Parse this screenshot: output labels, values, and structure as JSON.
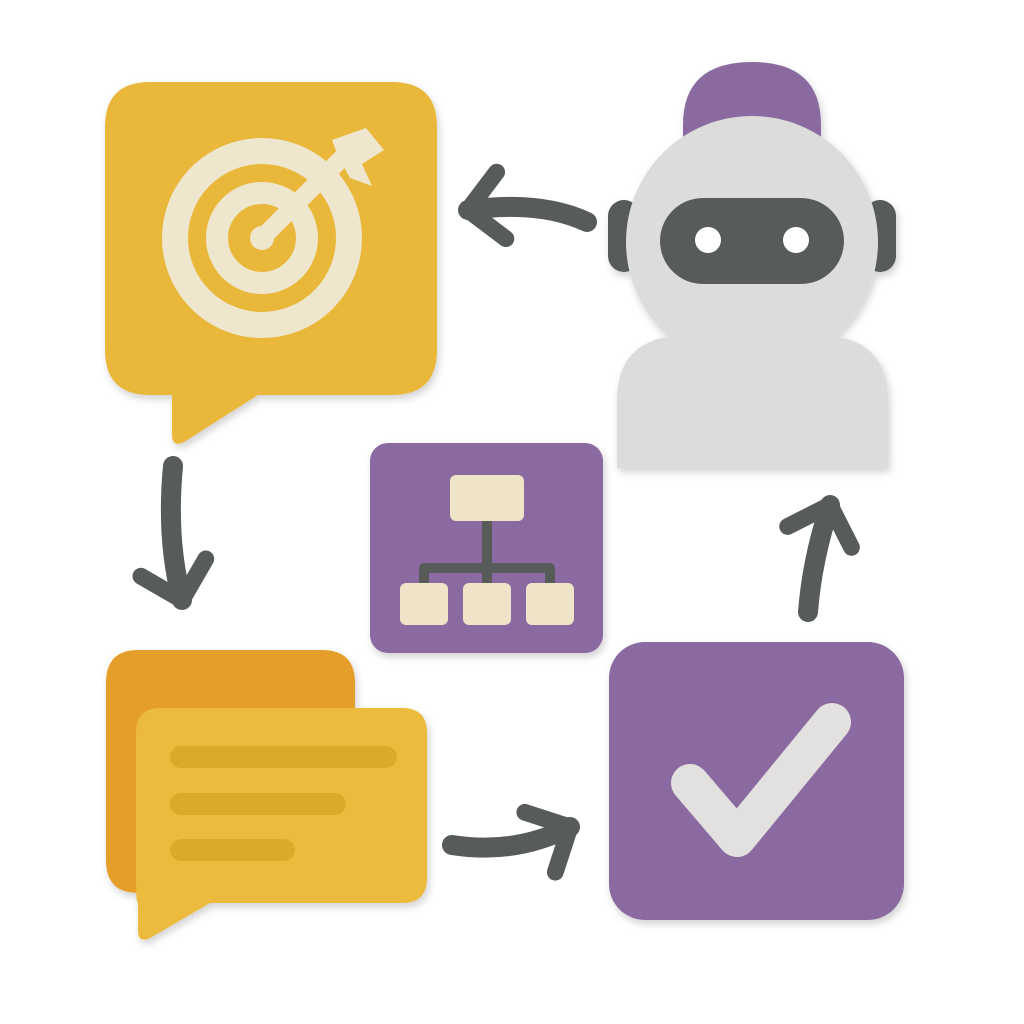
{
  "icons": {
    "goal": "target-with-arrow-icon",
    "assistant": "robot-avatar-icon",
    "structure": "hierarchy-org-chart-icon",
    "messages": "stacked-chat-bubbles-icon",
    "done": "checkmark-icon",
    "connector": "curved-arrow-icon"
  },
  "colors": {
    "goal_bubble": "#E9B83A",
    "target_rings": "#EFE6CE",
    "robot_cap": "#8A6AA0",
    "robot_head": "#DCDCDA",
    "robot_visor": "#585C58",
    "hierarchy_tile": "#8A6AA0",
    "hierarchy_boxes": "#EFE3C8",
    "hierarchy_lines": "#585C58",
    "back_bubble": "#E69E2A",
    "front_bubble": "#ECBB3C",
    "text_lines": "#DBAA2A",
    "check_tile": "#8A6AA0",
    "check_mark": "#E3E1DF",
    "arrows": "#585C58"
  },
  "flow": [
    {
      "from": "assistant",
      "to": "goal"
    },
    {
      "from": "goal",
      "to": "messages"
    },
    {
      "from": "messages",
      "to": "done"
    },
    {
      "from": "done",
      "to": "assistant"
    }
  ]
}
